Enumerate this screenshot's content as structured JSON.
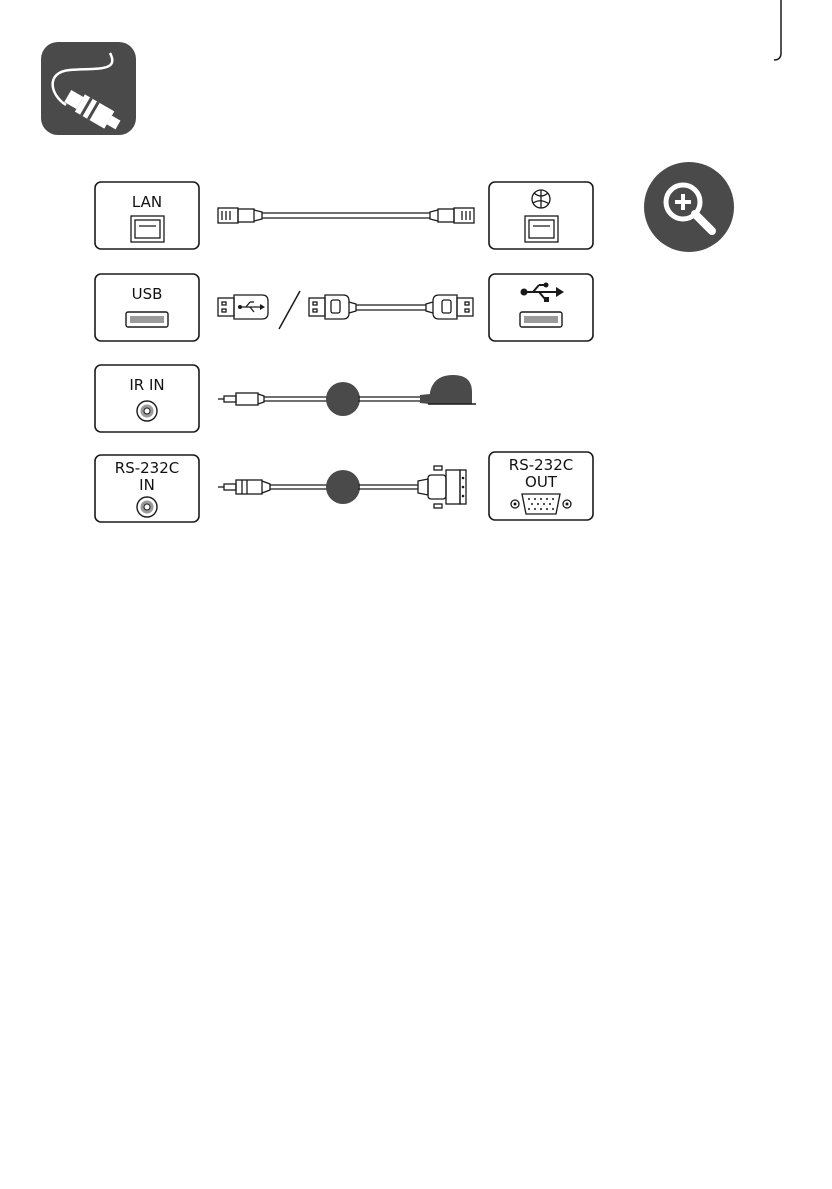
{
  "icons": {
    "header": "cable-connector-icon",
    "zoom": "zoom-in-magnifier-icon"
  },
  "colors": {
    "icon_bg": "#4a4a4a",
    "ink": "#1a1a1a",
    "port_gray": "#9a9a9a"
  },
  "rows": [
    {
      "left_label": "LAN",
      "port": "rj45",
      "cable": "lan-cable",
      "right_port": "rj45-network"
    },
    {
      "left_label": "USB",
      "port": "usb-a",
      "cable": "usb-drive-or-usb-cable",
      "right_port": "usb-a"
    },
    {
      "left_label": "IR IN",
      "port": "jack",
      "cable": "ir-receiver-cable",
      "right_port": ""
    },
    {
      "left_label_line1": "RS-232C",
      "left_label_line2": "IN",
      "port": "jack",
      "cable": "rs232c-gender-cable",
      "right_label_line1": "RS-232C",
      "right_label_line2": "OUT",
      "right_port": "db9"
    }
  ]
}
